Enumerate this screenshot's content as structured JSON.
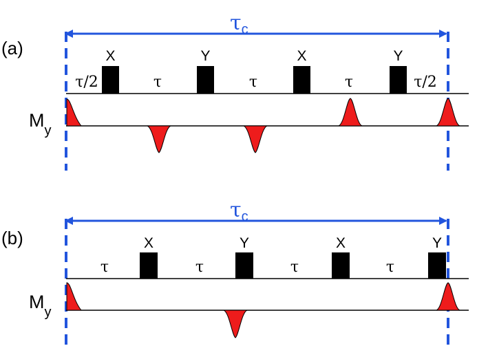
{
  "colors": {
    "blue": "#2255dd",
    "red": "#ee1c1c",
    "black": "#000000"
  },
  "panels": [
    {
      "label": "(a)",
      "period_symbol": "τ",
      "period_sub": "c",
      "magnetization_symbol": "M",
      "magnetization_sub": "y",
      "pulses": [
        "X",
        "Y",
        "X",
        "Y"
      ],
      "delays": [
        "τ/2",
        "τ",
        "τ",
        "τ",
        "τ/2"
      ],
      "echoes": [
        "up",
        "down",
        "down",
        "up",
        "up"
      ]
    },
    {
      "label": "(b)",
      "period_symbol": "τ",
      "period_sub": "c",
      "magnetization_symbol": "M",
      "magnetization_sub": "y",
      "pulses": [
        "X",
        "Y",
        "X",
        "Y"
      ],
      "delays": [
        "τ",
        "τ",
        "τ",
        "τ"
      ],
      "echoes": [
        "up",
        "down",
        "up"
      ]
    }
  ]
}
